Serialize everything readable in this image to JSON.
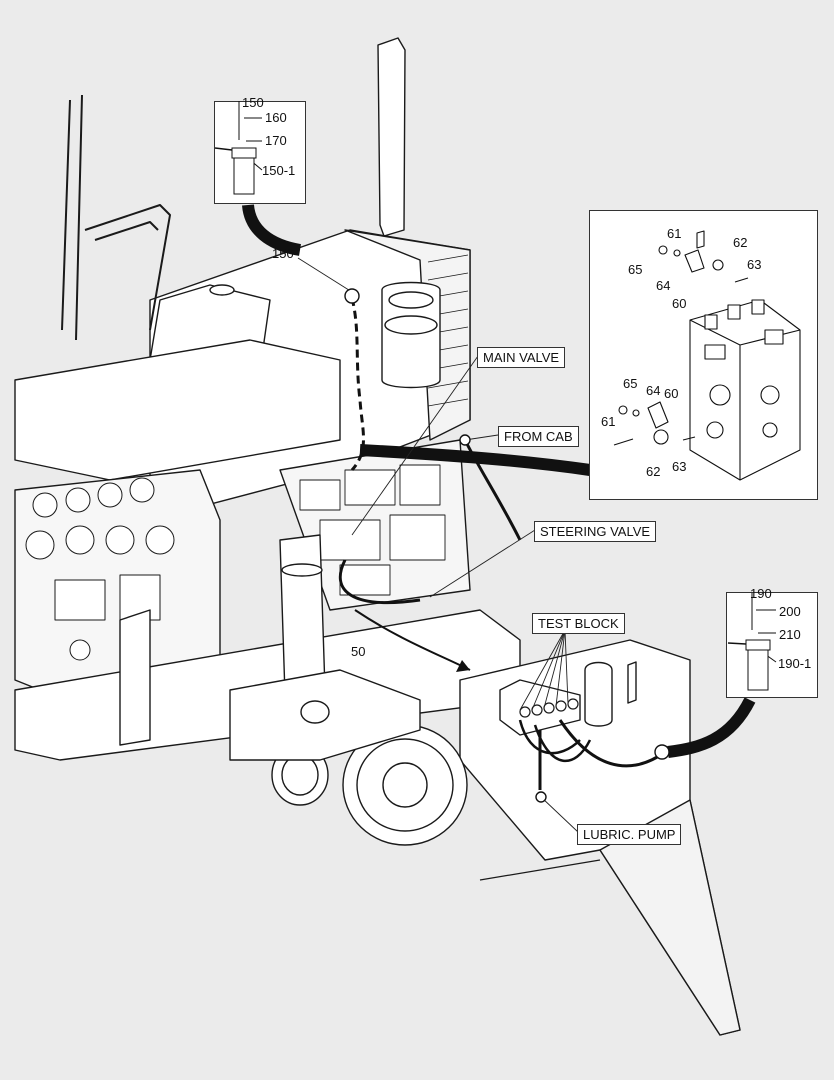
{
  "callouts": {
    "main_valve": "MAIN VALVE",
    "from_cab": "FROM CAB",
    "steering_valve": "STEERING VALVE",
    "test_block": "TEST BLOCK",
    "lubric_pump": "LUBRIC. PUMP"
  },
  "part_numbers": {
    "p150": "150",
    "p150_main": "150",
    "p160": "160",
    "p170": "170",
    "p150_1": "150-1",
    "p50": "50",
    "p190": "190",
    "p200": "200",
    "p210": "210",
    "p190_1": "190-1",
    "valve_top": {
      "p61": "61",
      "p62": "62",
      "p63": "63",
      "p64": "64",
      "p65": "65",
      "p60": "60"
    },
    "valve_bottom": {
      "p65": "65",
      "p64": "64",
      "p60": "60",
      "p61": "61",
      "p62": "62",
      "p63": "63"
    }
  },
  "colors": {
    "background": "#ebebeb",
    "line": "#1a1a1a",
    "panel": "#ffffff"
  }
}
